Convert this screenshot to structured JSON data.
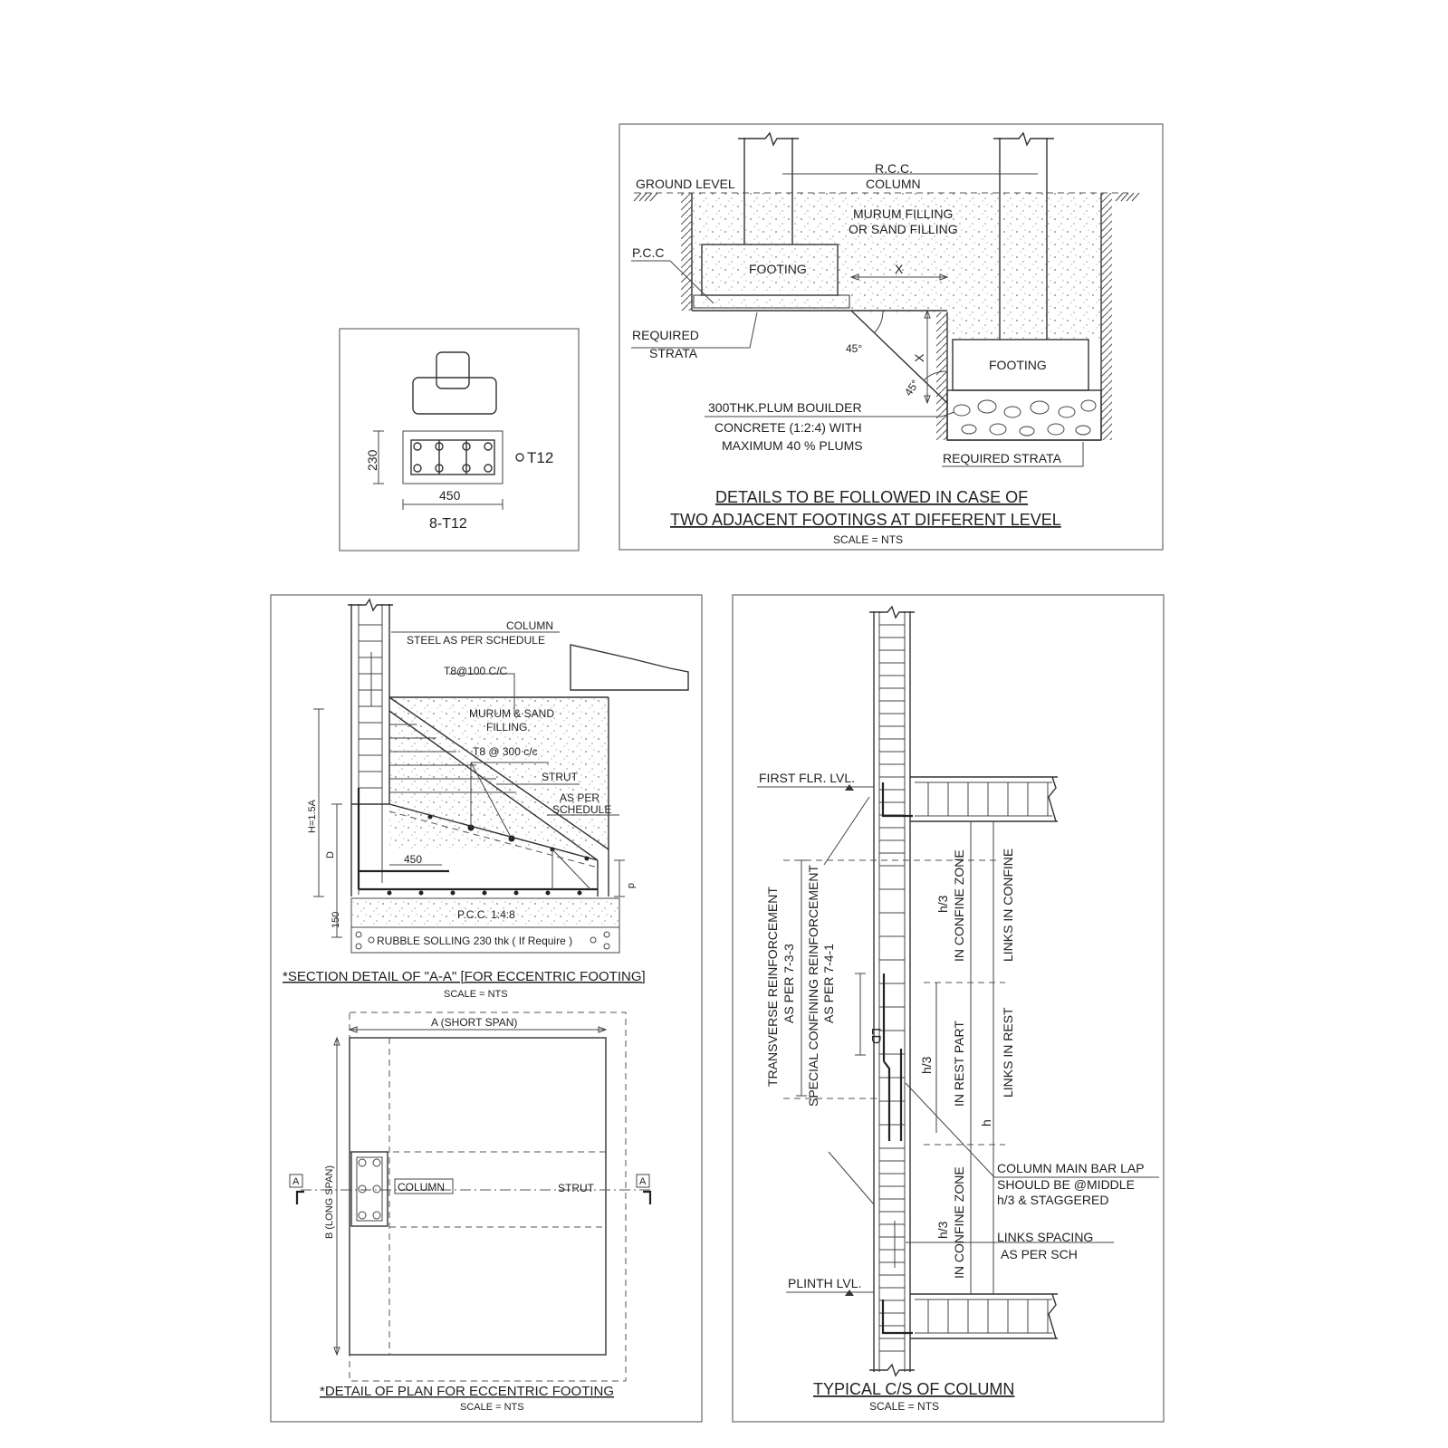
{
  "bar_section": {
    "dim_height": "230",
    "dim_width": "450",
    "bar_label": "T12",
    "bar_count": "8-T12"
  },
  "adjacent_footings": {
    "ground_level": "GROUND LEVEL",
    "column_line1": "R.C.C.",
    "column_line2": "COLUMN",
    "fill_line1": "MURUM FILLING",
    "fill_line2": "OR SAND FILLING",
    "pcc": "P.C.C",
    "footing_upper": "FOOTING",
    "footing_lower": "FOOTING",
    "x_horizontal": "X",
    "x_vertical": "X",
    "angle1": "45°",
    "angle2": "45°",
    "required_strata_1": "REQUIRED",
    "required_strata_2": "STRATA",
    "plum_line1": "300THK.PLUM BOUILDER",
    "plum_line2": "CONCRETE (1:2:4) WITH",
    "plum_line3": "MAXIMUM 40 % PLUMS",
    "required_strata_lower": "REQUIRED STRATA",
    "title_line1": "DETAILS TO BE FOLLOWED IN CASE OF",
    "title_line2": "TWO ADJACENT FOOTINGS AT DIFFERENT LEVEL",
    "scale": "SCALE = NTS"
  },
  "eccentric_section": {
    "column": "COLUMN",
    "steel": "STEEL AS PER SCHEDULE",
    "t8_100": "T8@100 C/C",
    "fill_line1": "MURUM & SAND",
    "fill_line2": "FILLING.",
    "t8_300": "T8 @ 300 c/c",
    "strut": "STRUT",
    "as_per_line1": "AS PER",
    "as_per_line2": "SCHEDULE",
    "h_label": "H=1.5A",
    "d_big": "D",
    "d_small": "d",
    "dim_450": "450",
    "dim_150": "150",
    "pcc": "P.C.C. 1:4:8",
    "rubble": "RUBBLE SOLLING 230 thk ( If Require )",
    "title": "*SECTION DETAIL OF \"A-A\" [FOR  ECCENTRIC FOOTING]",
    "scale": "SCALE = NTS"
  },
  "eccentric_plan": {
    "short_span": "A (SHORT SPAN)",
    "long_span": "B (LONG SPAN)",
    "column": "COLUMN",
    "strut": "STRUT",
    "marker_left": "A",
    "marker_right": "A",
    "title": "*DETAIL OF PLAN FOR ECCENTRIC FOOTING",
    "scale": "SCALE = NTS"
  },
  "column_section": {
    "first_floor": "FIRST FLR. LVL.",
    "plinth": "PLINTH LVL.",
    "transverse_line1": "TRANSVERSE REINFORCEMENT",
    "transverse_line2": "AS PER 7-3-3",
    "special_line1": "SPECIAL CONFINING REINFORCEMENT",
    "special_line2": "AS PER 7-4-1",
    "ld": "LD",
    "h3_top": "h/3",
    "h3_mid": "h/3",
    "h3_bot": "h/3",
    "confine_top": "IN CONFINE ZONE",
    "confine_bot": "IN CONFINE ZONE",
    "rest_part": "IN REST PART",
    "links_confine": "LINKS IN CONFINE",
    "links_rest": "LINKS IN REST",
    "h_label": "h",
    "lap_line1": "COLUMN MAIN BAR LAP",
    "lap_line2": "SHOULD BE @MIDDLE",
    "lap_line3": "h/3 & STAGGERED",
    "spacing_line1": "LINKS SPACING",
    "spacing_line2": "AS PER SCH",
    "title": "TYPICAL C/S OF COLUMN",
    "scale": "SCALE = NTS"
  }
}
